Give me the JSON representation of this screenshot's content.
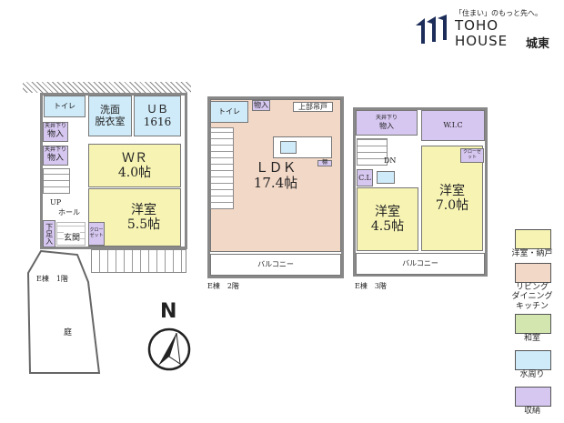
{
  "brand": {
    "tagline": "「住まい」のもっと先へ。",
    "name_line1": "TOHO",
    "name_line2": "HOUSE",
    "branch": "城東"
  },
  "colors": {
    "yoshitsu": "#f6f3b3",
    "ldk": "#f2d8c7",
    "washitsu": "#d3e6b0",
    "mizumawari": "#cfeaf8",
    "shuno": "#d6c7f0"
  },
  "floor1": {
    "caption": "E棟　1階",
    "toilet": "トイレ",
    "senmen": "洗面\n脱衣室",
    "ub": "ＵＢ\n1616",
    "wr": "ＷＲ",
    "wr_size": "4.0帖",
    "yoshitsu": "洋室",
    "yoshitsu_size": "5.5帖",
    "monoire1": "物入",
    "monoire2": "物入",
    "tenjo1": "天井下り",
    "tenjo2": "天井下り",
    "up": "UP",
    "hall": "ホール",
    "gesoku": "下足入",
    "genkan": "玄関",
    "closet": "クローゼット",
    "garden": "庭"
  },
  "floor2": {
    "caption": "E棟　2階",
    "toilet": "トイレ",
    "monoire": "物入",
    "jobu": "上部吊戸",
    "ldk": "ＬＤＫ",
    "ldk_size": "17.4帖",
    "tana": "棚",
    "balcony": "バルコニー"
  },
  "floor3": {
    "caption": "E棟　3階",
    "monoire": "物入",
    "wic": "W.I.C",
    "closet": "クローゼット",
    "dn": "DN",
    "cl": "C.L",
    "room1": "洋室",
    "room1_size": "4.5帖",
    "room2": "洋室",
    "room2_size": "7.0帖",
    "tenjo": "天井下り",
    "balcony": "バルコニー"
  },
  "compass": {
    "label": "N"
  },
  "legend": [
    {
      "label": "洋室・納戸",
      "color": "#f6f3b3"
    },
    {
      "label": "リビング\nダイニング\nキッチン",
      "color": "#f2d8c7"
    },
    {
      "label": "和室",
      "color": "#d3e6b0"
    },
    {
      "label": "水周り",
      "color": "#cfeaf8"
    },
    {
      "label": "収納",
      "color": "#d6c7f0"
    }
  ]
}
